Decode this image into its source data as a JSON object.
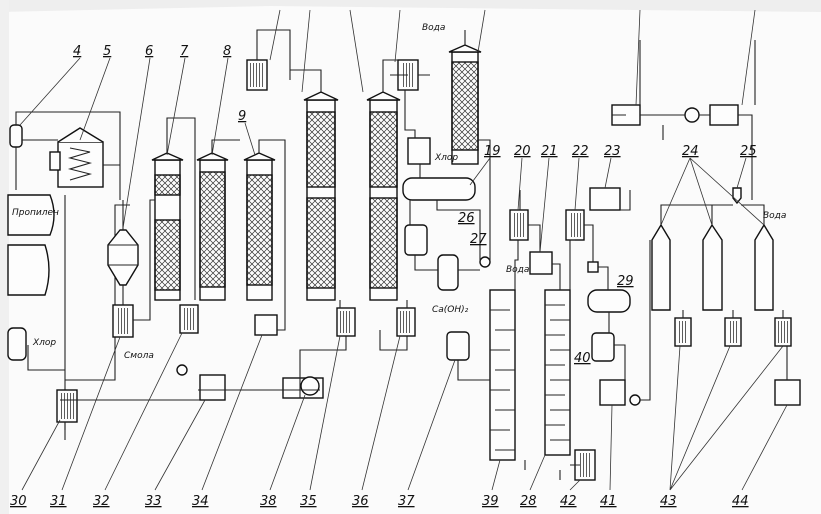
{
  "diagram": {
    "top_labels": [
      "4",
      "5",
      "6",
      "7",
      "8",
      "9",
      "19",
      "20",
      "21",
      "22",
      "23",
      "24",
      "25",
      "26",
      "27",
      "29",
      "40"
    ],
    "bottom_labels": [
      "30",
      "31",
      "32",
      "33",
      "34",
      "38",
      "35",
      "36",
      "37",
      "39",
      "28",
      "42",
      "41",
      "43",
      "44"
    ],
    "streams": {
      "propylene": "Пропилен",
      "chlorine_1": "Хлор",
      "resin": "Смола",
      "water_1": "Вода",
      "chlorine_2": "Хлор",
      "lime": "Ca(OH)₂",
      "water_2": "Вода",
      "water_3": "Вода"
    }
  }
}
